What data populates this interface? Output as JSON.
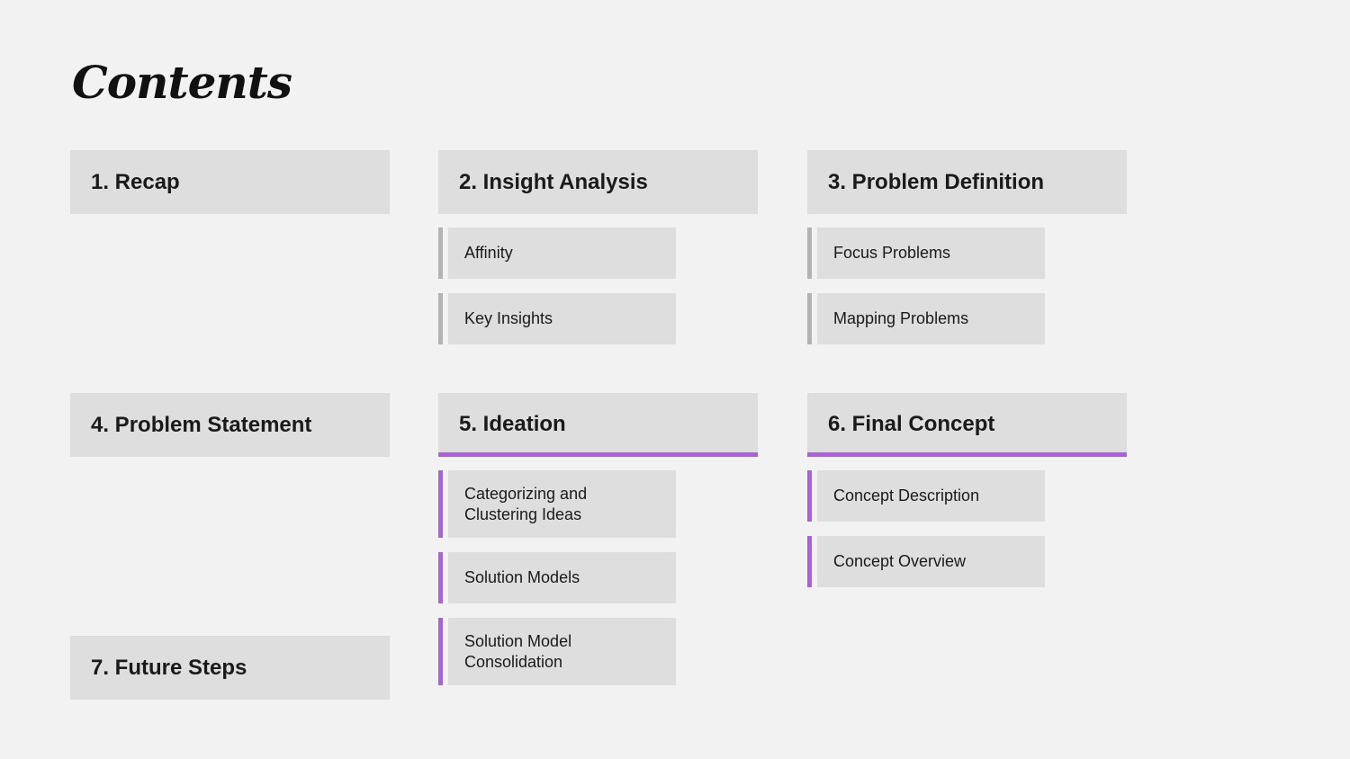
{
  "title": "Contents",
  "sections": {
    "s1": "1. Recap",
    "s2": "2. Insight Analysis",
    "s3": "3. Problem Definition",
    "s4": "4. Problem Statement",
    "s5": "5. Ideation",
    "s6": "6. Final Concept",
    "s7": "7. Future Steps"
  },
  "subs": {
    "s2": [
      "Affinity",
      "Key Insights"
    ],
    "s3": [
      "Focus Problems",
      "Mapping Problems"
    ],
    "s5": [
      "Categorizing and\nClustering Ideas",
      "Solution Models",
      "Solution Model\nConsolidation"
    ],
    "s6": [
      "Concept Description",
      "Concept Overview"
    ]
  },
  "colors": {
    "accent": "#b05ce6",
    "neutral_bar": "#b3b3b3",
    "box": "#dedede",
    "background": "#f2f2f2"
  }
}
